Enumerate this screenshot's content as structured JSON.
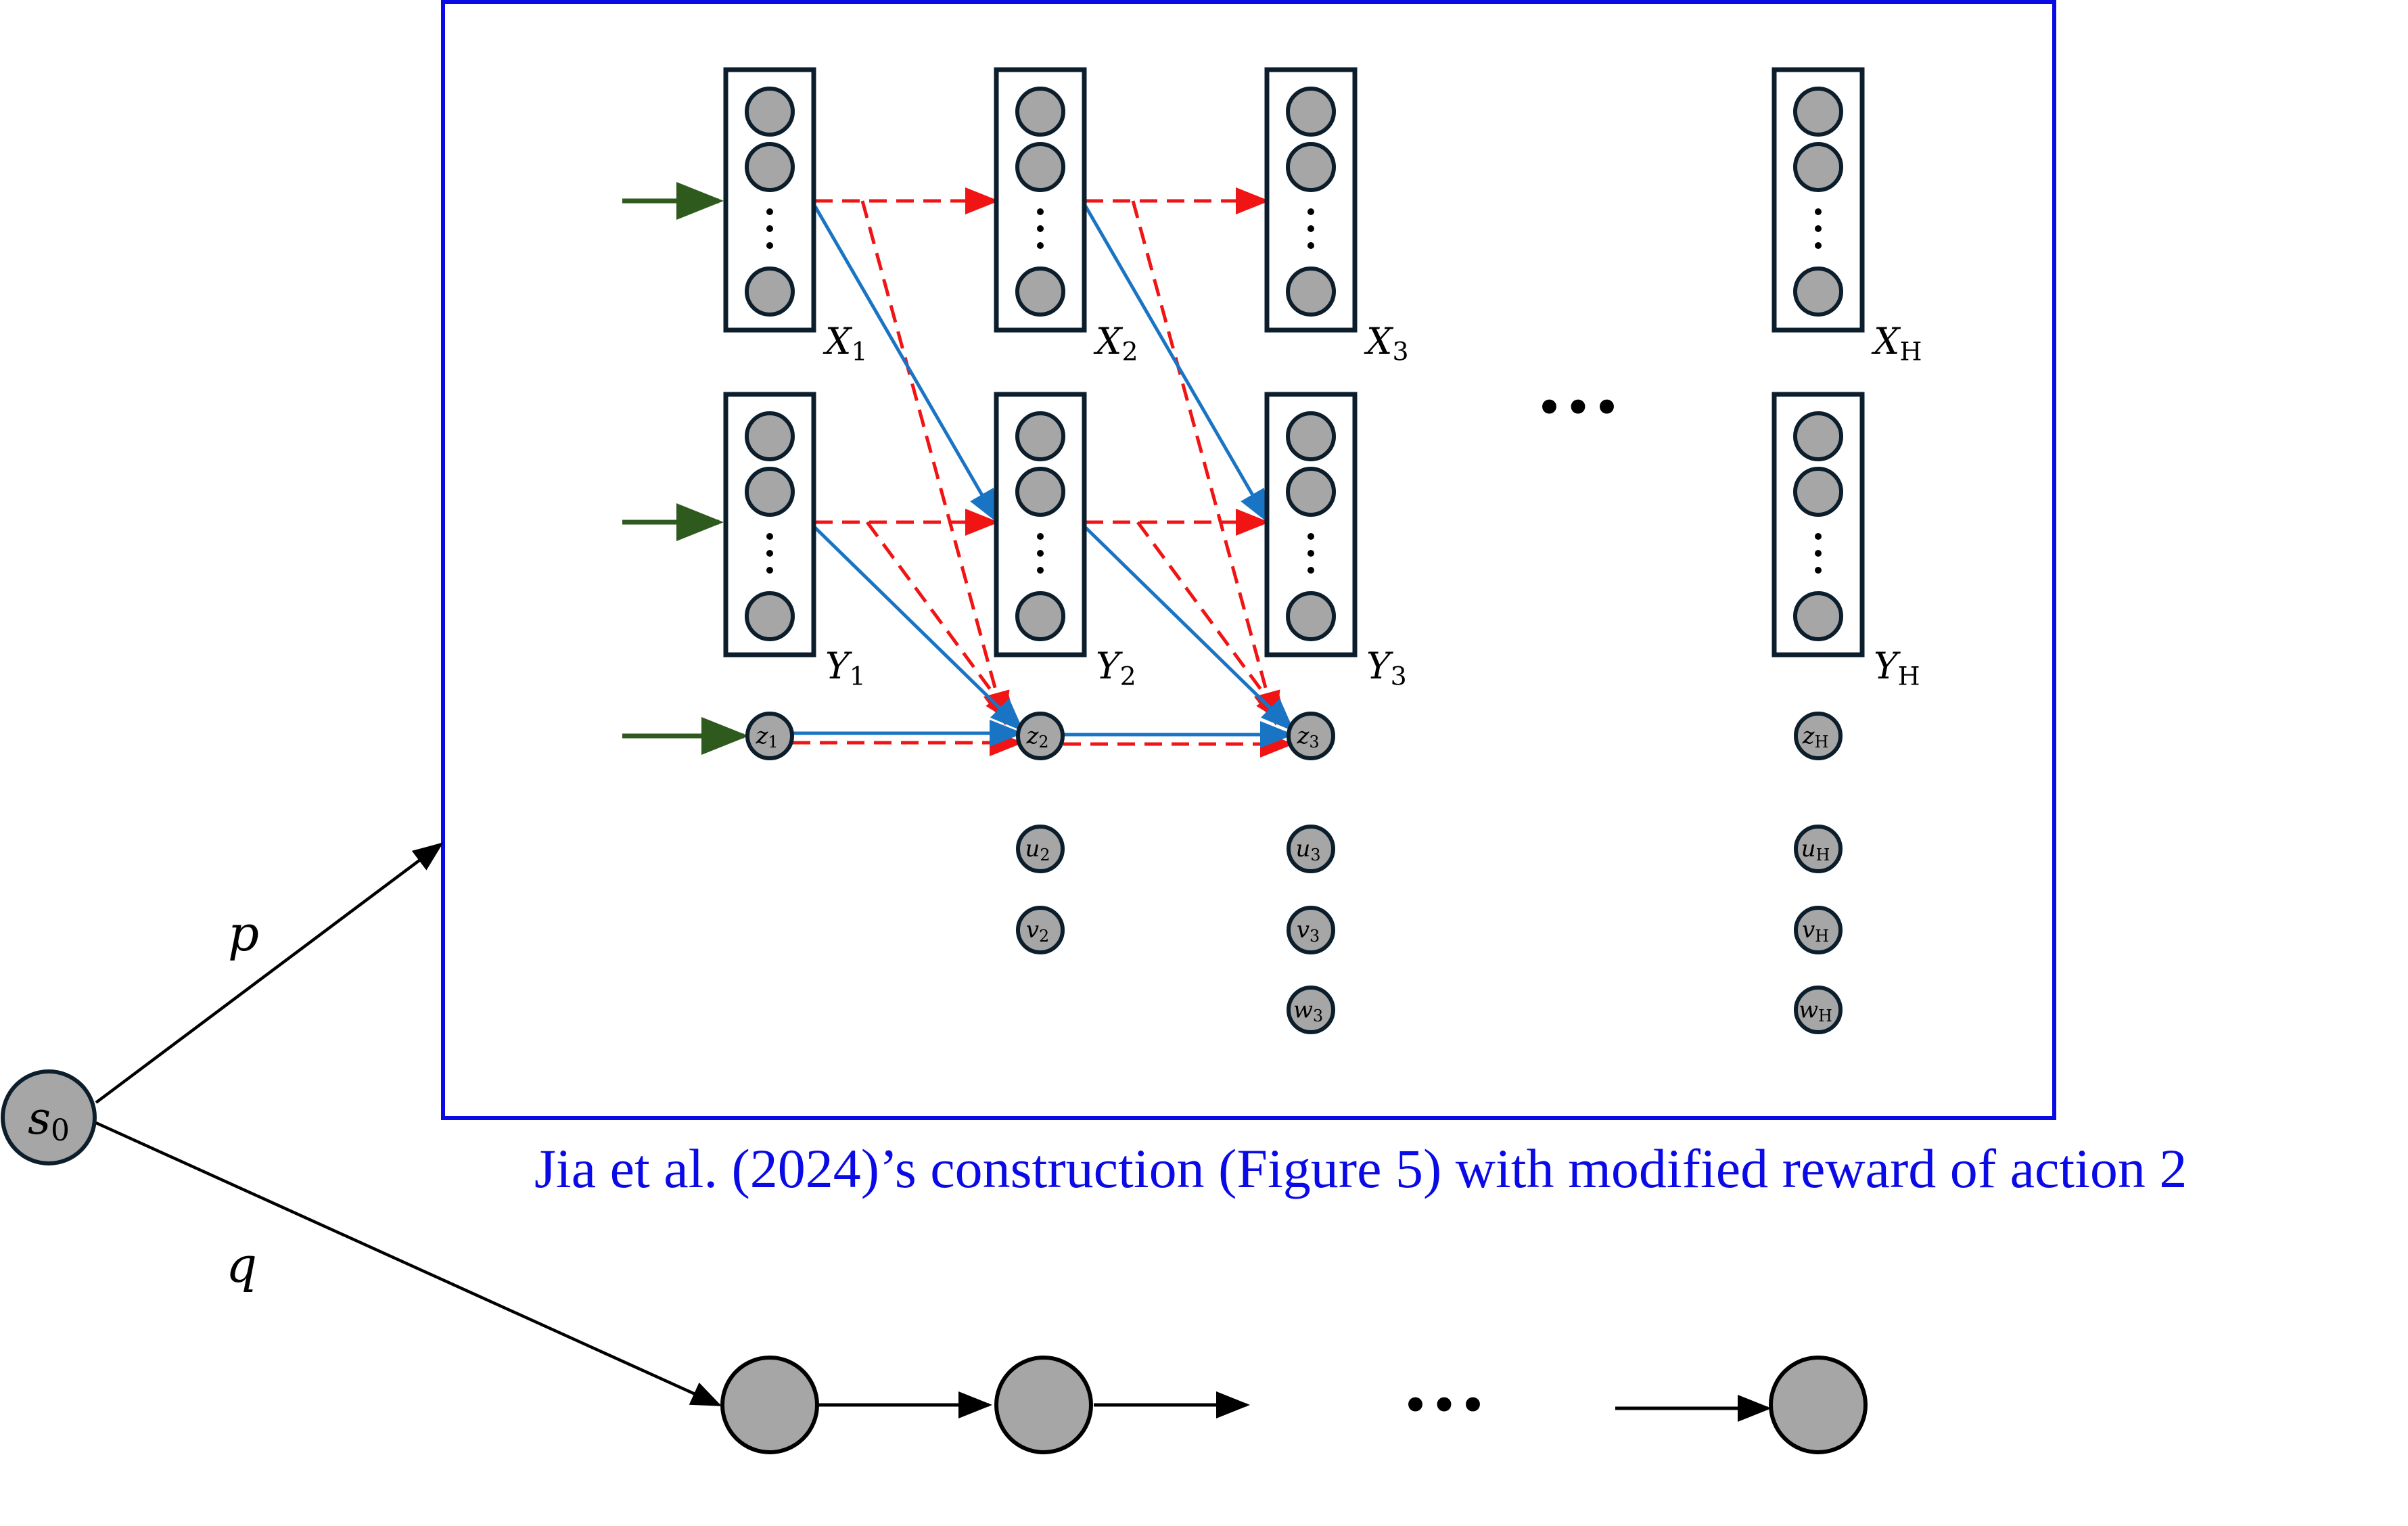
{
  "colors": {
    "frame": "#0a0ae6",
    "node_fill": "#a6a6a6",
    "node_stroke": "#0c1e2c",
    "box_stroke": "#0c1e2c",
    "blue_arrow": "#1a74c4",
    "red_dashed": "#f01414",
    "green_arrow": "#2f5a1e",
    "black_arrow": "#000000"
  },
  "caption": "Jia et al. (2024)’s construction (Figure 5) with modified reward of action 2",
  "start_node": {
    "letter": "s",
    "sub": "0"
  },
  "branch_labels": {
    "upper": "p",
    "lower": "q"
  },
  "dots": "•••",
  "columns": [
    {
      "x": {
        "letter": "X",
        "sub": "1"
      },
      "y": {
        "letter": "Y",
        "sub": "1"
      },
      "singles": [
        {
          "letter": "z",
          "sub": "1"
        }
      ]
    },
    {
      "x": {
        "letter": "X",
        "sub": "2"
      },
      "y": {
        "letter": "Y",
        "sub": "2"
      },
      "singles": [
        {
          "letter": "z",
          "sub": "2"
        },
        {
          "letter": "u",
          "sub": "2"
        },
        {
          "letter": "v",
          "sub": "2"
        }
      ]
    },
    {
      "x": {
        "letter": "X",
        "sub": "3"
      },
      "y": {
        "letter": "Y",
        "sub": "3"
      },
      "singles": [
        {
          "letter": "z",
          "sub": "3"
        },
        {
          "letter": "u",
          "sub": "3"
        },
        {
          "letter": "v",
          "sub": "3"
        },
        {
          "letter": "w",
          "sub": "3"
        }
      ]
    },
    {
      "x": {
        "letter": "X",
        "sub": "H"
      },
      "y": {
        "letter": "Y",
        "sub": "H"
      },
      "singles": [
        {
          "letter": "z",
          "sub": "H"
        },
        {
          "letter": "u",
          "sub": "H"
        },
        {
          "letter": "v",
          "sub": "H"
        },
        {
          "letter": "w",
          "sub": "H"
        }
      ]
    }
  ]
}
